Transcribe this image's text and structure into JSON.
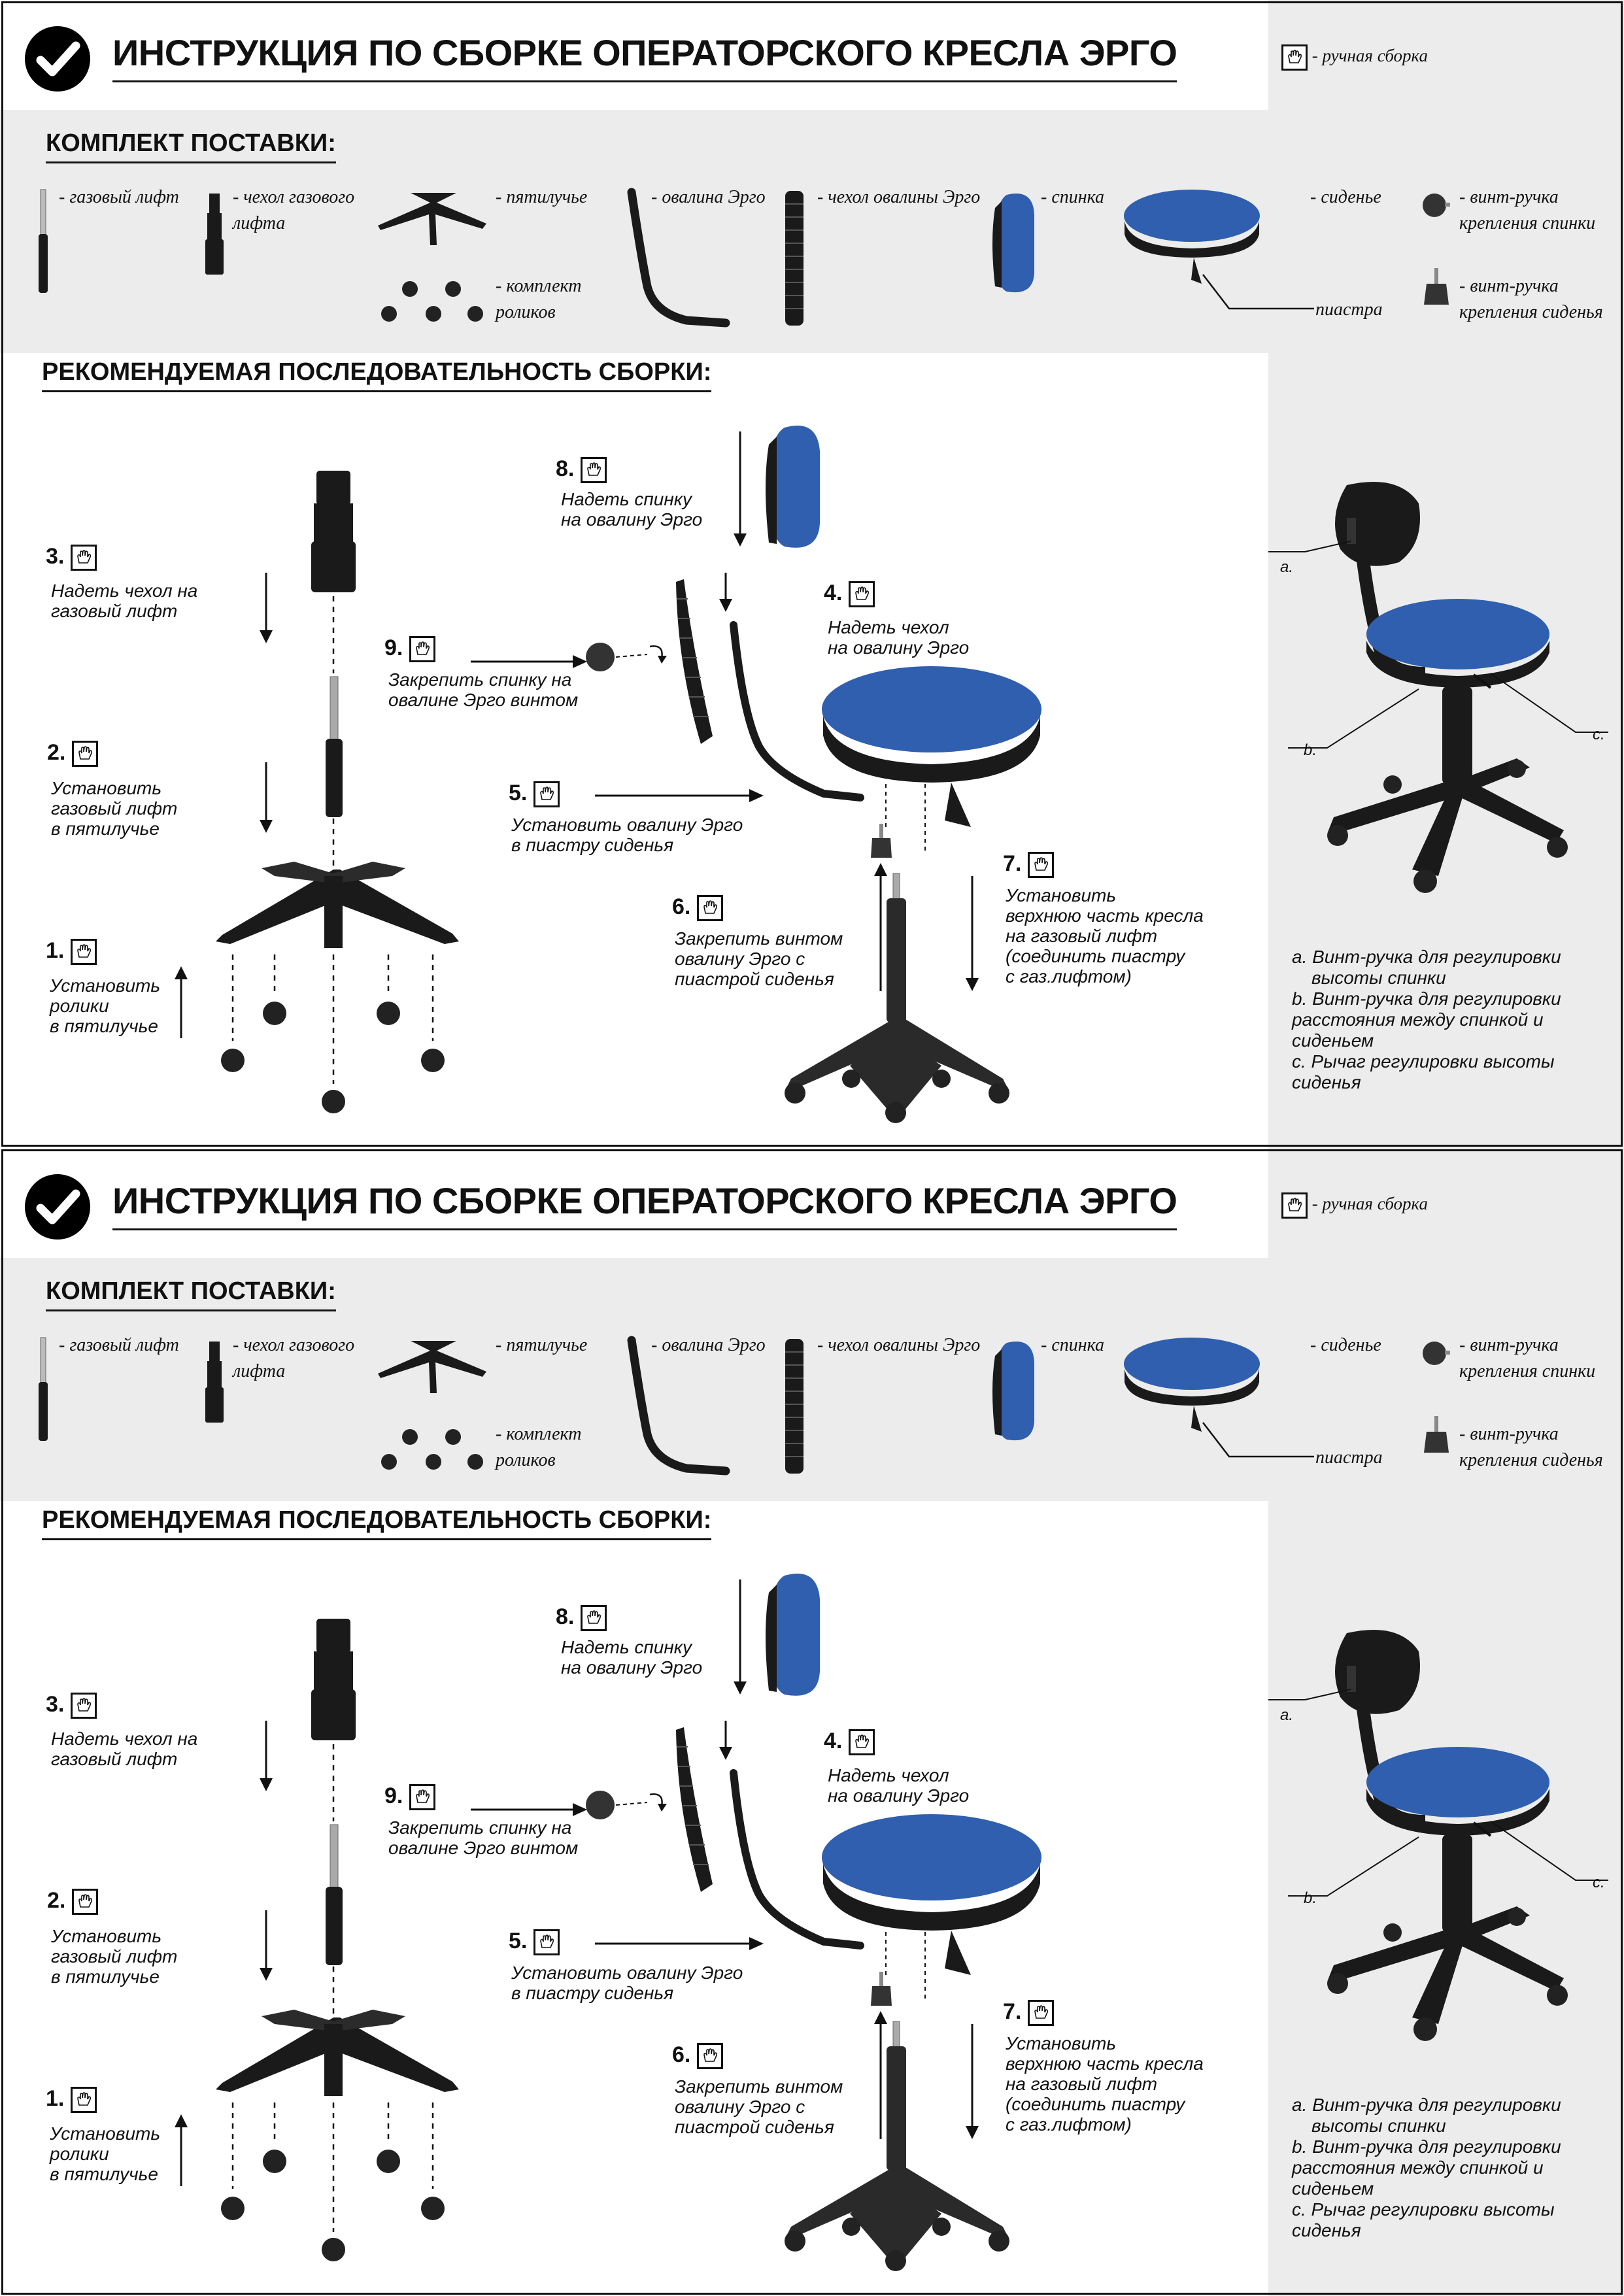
{
  "title": "ИНСТРУКЦИЯ ПО СБОРКЕ ОПЕРАТОРСКОГО КРЕСЛА ЭРГО",
  "legend": "- ручная сборка",
  "kit": {
    "heading": "КОМПЛЕКТ ПОСТАВКИ:",
    "items": {
      "gaslift": "- газовый лифт",
      "gaslift_cover": "- чехол газового\nлифта",
      "base": "- пятилучье",
      "casters": "- комплект\nроликов",
      "oval": "- овалина Эрго",
      "oval_cover": "- чехол овалины Эрго",
      "backrest": "- спинка",
      "seat": "- сиденье",
      "piastra": "пиастра",
      "back_knob": "- винт-ручка\nкрепления спинки",
      "seat_knob": "- винт-ручка\nкрепления сиденья"
    }
  },
  "sequence": {
    "heading": "РЕКОМЕНДУЕМАЯ ПОСЛЕДОВАТЕЛЬНОСТЬ СБОРКИ:",
    "steps": [
      {
        "num": "1.",
        "text": "Установить\nролики\nв пятилучье"
      },
      {
        "num": "2.",
        "text": "Установить\nгазовый лифт\nв пятилучье"
      },
      {
        "num": "3.",
        "text": "Надеть чехол на\nгазовый лифт"
      },
      {
        "num": "4.",
        "text": "Надеть чехол\nна овалину Эрго"
      },
      {
        "num": "5.",
        "text": "Установить овалину Эрго\nв пиастру сиденья"
      },
      {
        "num": "6.",
        "text": "Закрепить винтом\nовалину Эрго с\nпиастрой сиденья"
      },
      {
        "num": "7.",
        "text": "Установить\nверхнюю часть кресла\nна газовый лифт\n(соединить пиастру\nс газ.лифтом)"
      },
      {
        "num": "8.",
        "text": "Надеть спинку\nна овалину Эрго"
      },
      {
        "num": "9.",
        "text": "Закрепить спинку на\nовалине Эрго винтом"
      }
    ]
  },
  "callouts": {
    "a": "a.",
    "b": "b.",
    "c": "c."
  },
  "notes": [
    "a. Винт-ручка для регулировки",
    "высоты спинки",
    "b. Винт-ручка для регулировки",
    "расстояния между спинкой и",
    "сиденьем",
    "c. Рычаг регулировки высоты",
    "сиденья"
  ],
  "colors": {
    "seat_blue": "#2f5fae",
    "plastic_black": "#1a1a1a",
    "panel_grey": "#ececec"
  }
}
